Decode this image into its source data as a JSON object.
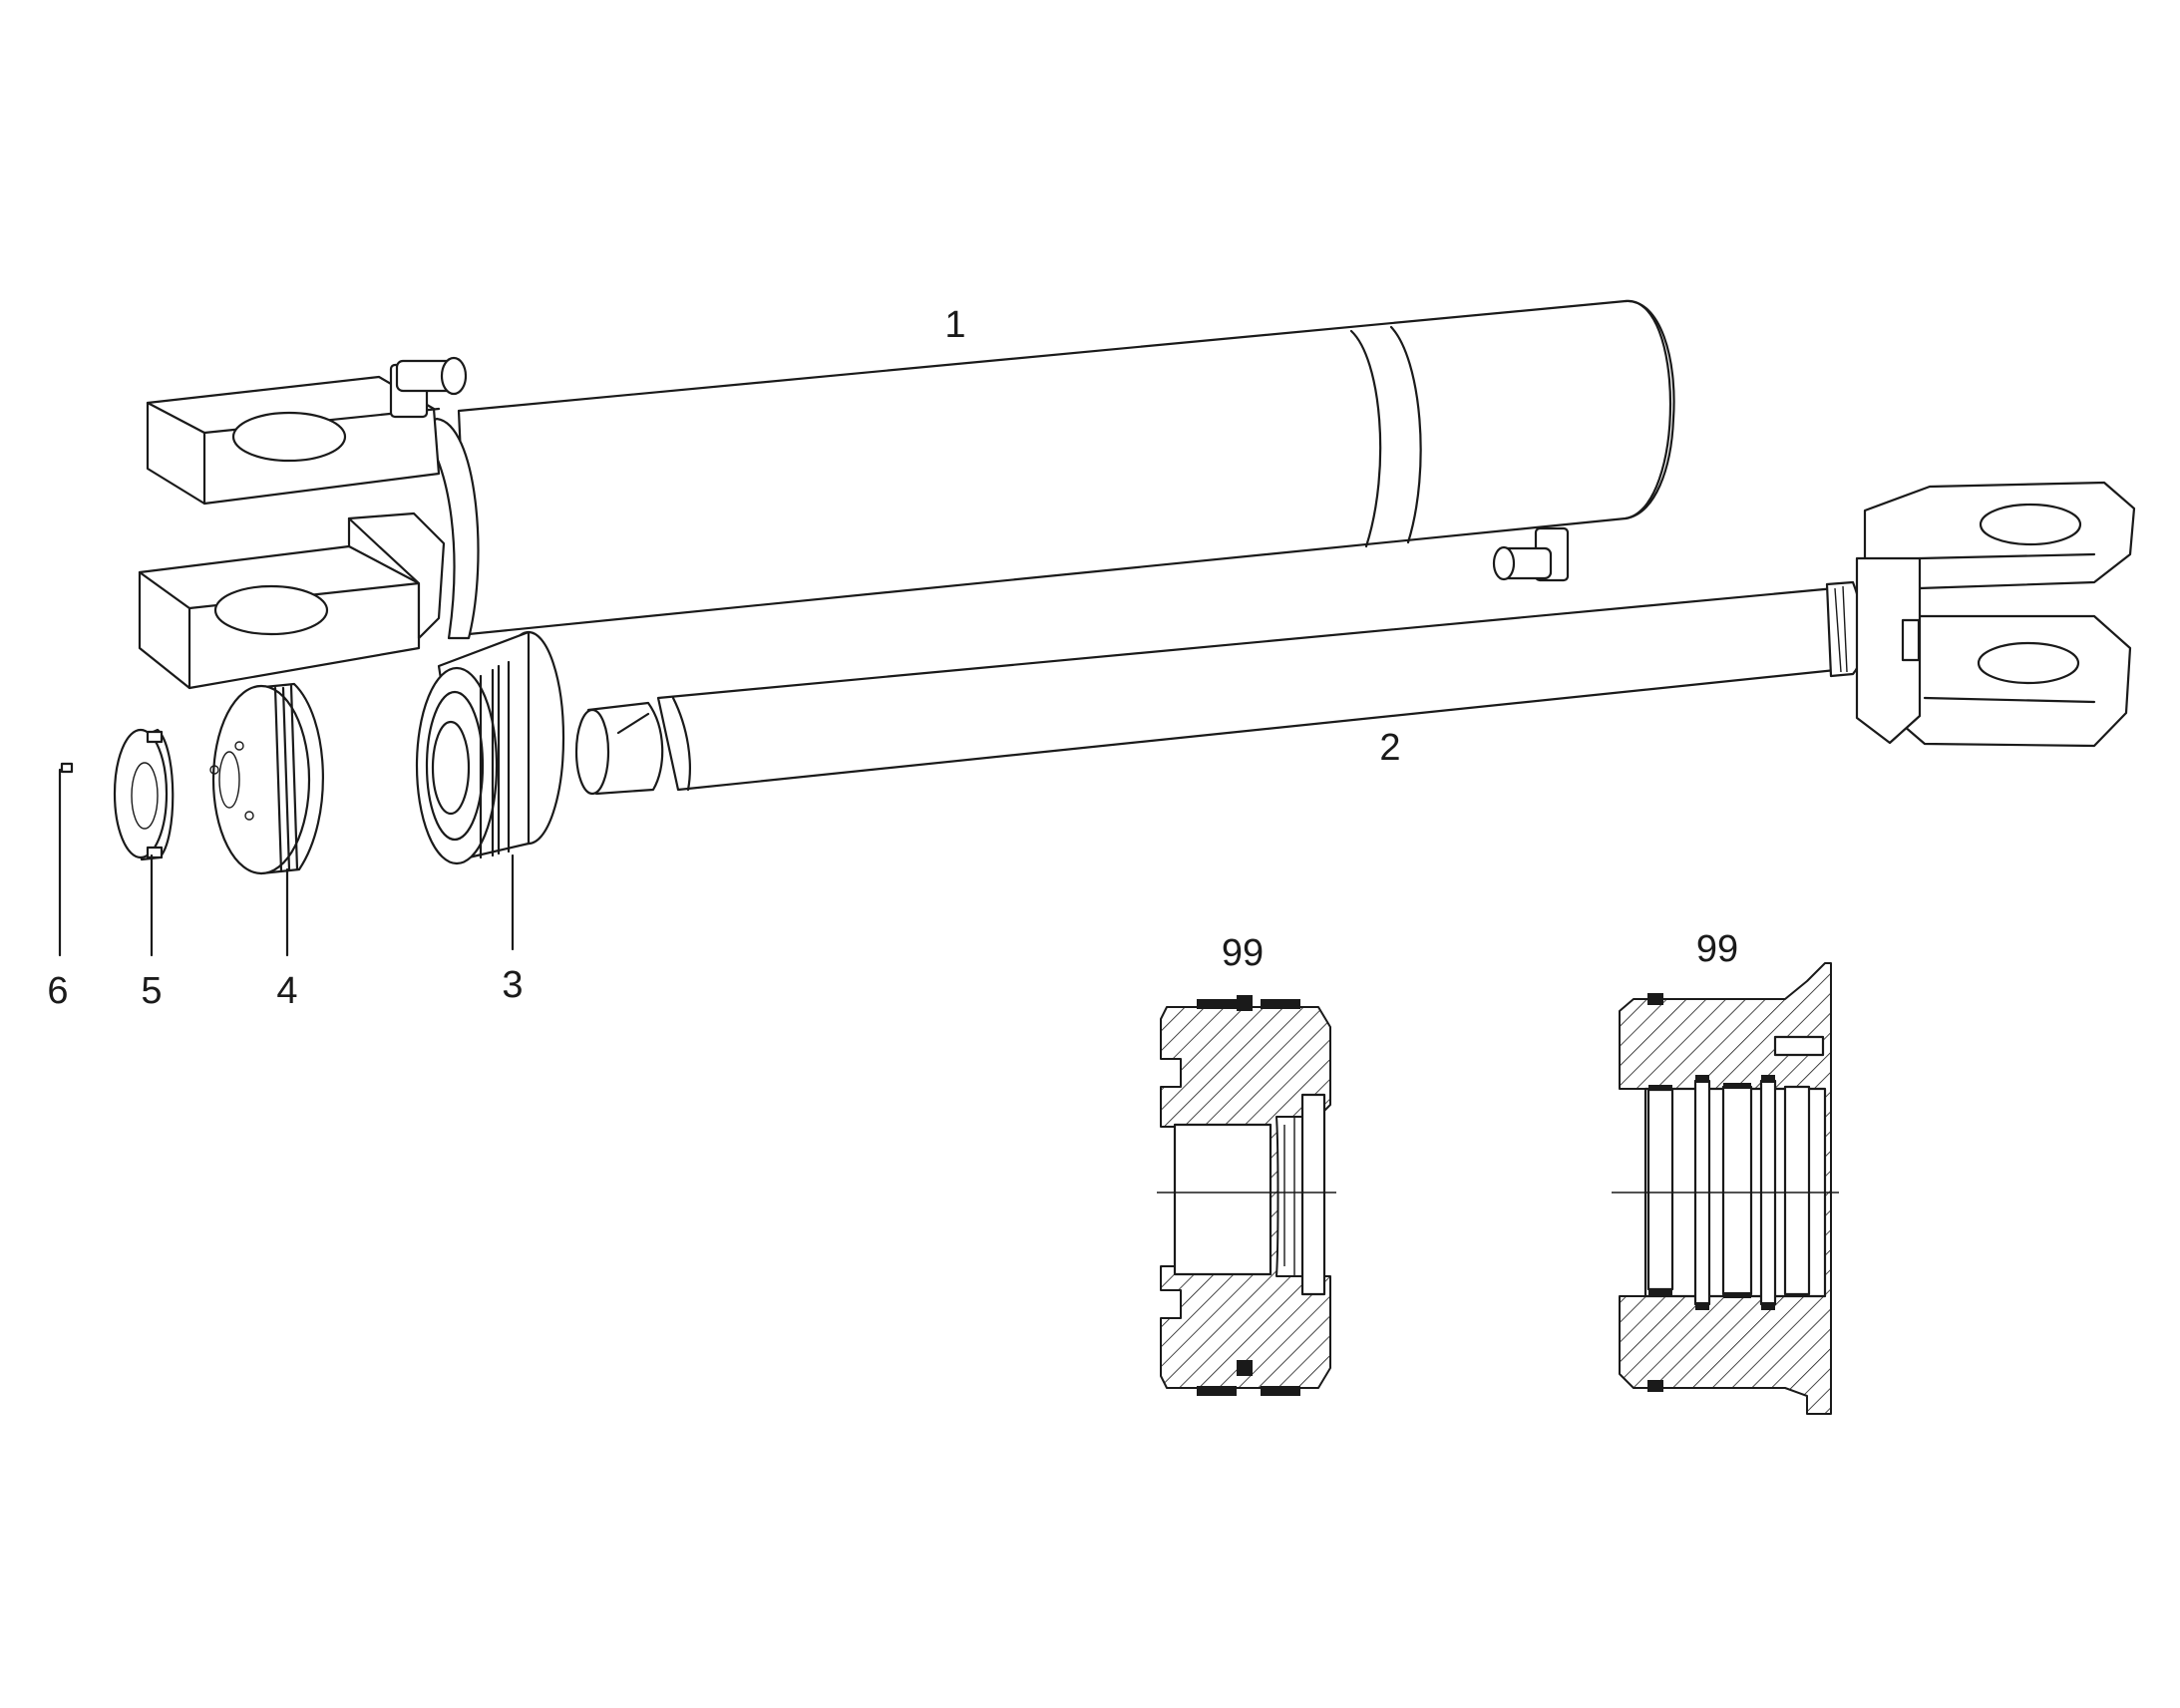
{
  "callouts": {
    "c1": "1",
    "c2": "2",
    "c3": "3",
    "c4": "4",
    "c5": "5",
    "c6": "6",
    "c99a": "99",
    "c99b": "99"
  },
  "colors": {
    "line": "#1a1a1a",
    "background": "#ffffff"
  }
}
